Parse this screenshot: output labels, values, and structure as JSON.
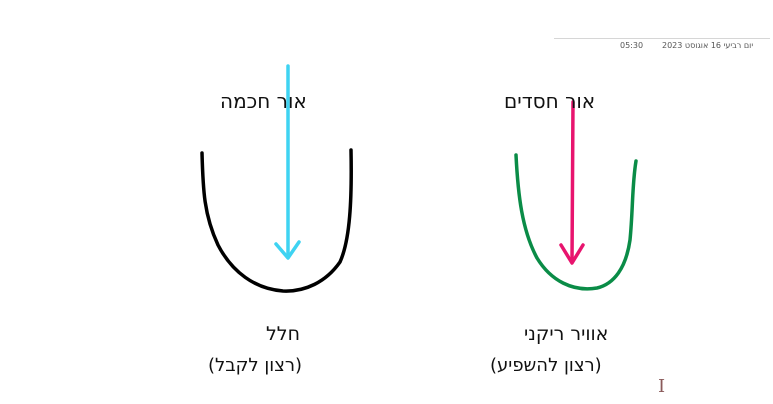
{
  "page": {
    "date_text": "יום רביעי 16 אוגוסט 2023",
    "time_text": "05:30"
  },
  "drawing": {
    "left": {
      "light_label": "אור חכמה",
      "title": "חלל",
      "subtitle": "(רצון לקבל)",
      "vessel_color": "#000000",
      "arrow_color": "#3ed3f2"
    },
    "right": {
      "light_label": "אור חסדים",
      "title": "אוויר ריקני",
      "subtitle": "(רצון להשפיע)",
      "vessel_color": "#0a8c47",
      "arrow_color": "#e8146e"
    }
  },
  "cursor": {
    "glyph": "I"
  }
}
